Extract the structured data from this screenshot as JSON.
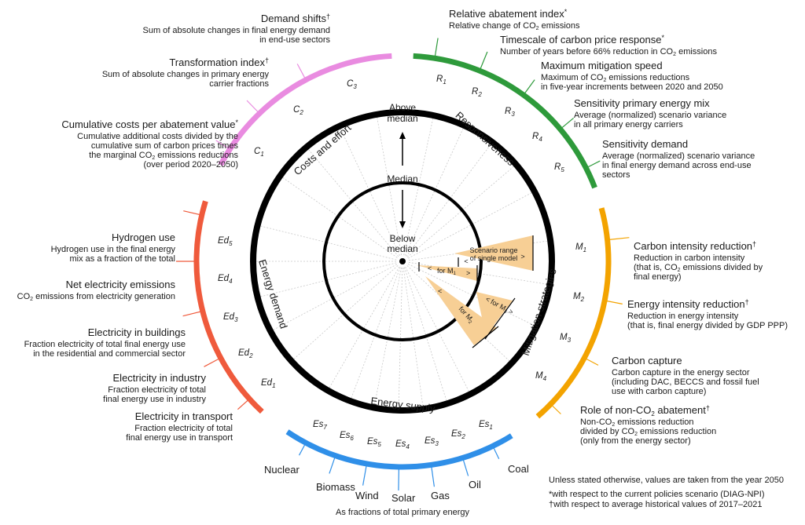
{
  "colors": {
    "costs": "#e98be0",
    "responsiveness": "#2e9a3b",
    "mitigation": "#f3a300",
    "supply": "#2f8fe8",
    "demand": "#ef5a3c",
    "band": "#f7cf95",
    "ring": "#000000",
    "grid": "#c8c8c8"
  },
  "sections": {
    "costs": "Costs and effort",
    "responsiveness": "Responsiveness",
    "mitigation": "Mitigation strategies",
    "supply": "Energy supply",
    "demand": "Energy demand"
  },
  "axis": {
    "above": [
      "Above",
      "median"
    ],
    "median": "Median",
    "below": [
      "Below",
      "median"
    ]
  },
  "bands": {
    "single_model": [
      "Scenario range",
      "of single model"
    ],
    "m1": "for M",
    "m2": "for M",
    "m3": "for M",
    "sub1": "1",
    "sub2": "2",
    "sub3": "3",
    "lt": "<",
    "gt": ">"
  },
  "codes": {
    "c1": "C",
    "c2": "C",
    "c3": "C",
    "r1": "R",
    "r2": "R",
    "r3": "R",
    "r4": "R",
    "r5": "R",
    "m1": "M",
    "m2": "M",
    "m3": "M",
    "m4": "M",
    "es1": "Es",
    "es2": "Es",
    "es3": "Es",
    "es4": "Es",
    "es5": "Es",
    "es6": "Es",
    "es7": "Es",
    "ed1": "Ed",
    "ed2": "Ed",
    "ed3": "Ed",
    "ed4": "Ed",
    "ed5": "Ed",
    "n1": "1",
    "n2": "2",
    "n3": "3",
    "n4": "4",
    "n5": "5",
    "n6": "6",
    "n7": "7"
  },
  "labels": {
    "demand_shifts": {
      "title": "Demand shifts",
      "mark": "†",
      "lines": [
        "Sum of absolute changes in final energy demand",
        "in end-use sectors"
      ]
    },
    "transformation": {
      "title": "Transformation index",
      "mark": "†",
      "lines": [
        "Sum of absolute changes in primary energy",
        "carrier fractions"
      ]
    },
    "cumulative_costs": {
      "title": "Cumulative costs per abatement value",
      "mark": "*",
      "lines": [
        "Cumulative additional costs divided by the",
        "cumulative sum of carbon prices times",
        "the marginal CO",
        "2",
        " emissions reductions",
        "(over period 2020–2050)"
      ]
    },
    "relative_abatement": {
      "title": "Relative abatement index",
      "mark": "*",
      "line1": "Relative change of CO",
      "line1_sub": "2",
      "line1_end": " emissions"
    },
    "timescale": {
      "title": "Timescale of carbon price response",
      "mark": "*",
      "line1": "Number of years before 66% reduction in CO",
      "line1_sub": "2",
      "line1_end": " emissions"
    },
    "max_speed": {
      "title": "Maximum mitigation speed",
      "line1": "Maximum of CO",
      "line1_sub": "2",
      "line1_end": " emissions reductions",
      "line2": "in five-year increments between 2020 and 2050"
    },
    "sens_primary": {
      "title": "Sensitivity primary energy mix",
      "lines": [
        "Average (normalized) scenario variance",
        "in all primary energy carriers"
      ]
    },
    "sens_demand": {
      "title": "Sensitivity demand",
      "lines": [
        "Average (normalized) scenario variance",
        "in final energy demand across end-use",
        "sectors"
      ]
    },
    "carbon_intensity": {
      "title": "Carbon intensity reduction",
      "mark": "†",
      "line1": "Reduction in carbon intensity",
      "line2": "(that is, CO",
      "line2_sub": "2",
      "line2_end": " emissions divided by",
      "line3": "final energy)"
    },
    "energy_intensity": {
      "title": "Energy intensity reduction",
      "mark": "†",
      "lines": [
        "Reduction in energy intensity",
        "(that is, final energy divided by GDP PPP)"
      ]
    },
    "carbon_capture": {
      "title": "Carbon capture",
      "lines": [
        "Carbon capture in the energy sector",
        "(including DAC, BECCS and fossil fuel",
        "use with carbon capture)"
      ]
    },
    "nonco2": {
      "title": "Role of non-CO",
      "title_sub": "2",
      "title_end": " abatement",
      "mark": "†",
      "line1": "Non-CO",
      "line1_sub": "2",
      "line1_end": " emissions reduction",
      "line2": "divided by CO",
      "line2_sub": "2",
      "line2_end": " emissions reduction",
      "line3": "(only from the energy sector)"
    },
    "hydrogen": {
      "title": "Hydrogen use",
      "lines": [
        "Hydrogen use in the final energy",
        "mix as a fraction of the total"
      ]
    },
    "net_elec": {
      "title": "Net electricity emissions",
      "line1": "CO",
      "line1_sub": "2",
      "line1_end": " emissions from electricity generation"
    },
    "elec_buildings": {
      "title": "Electricity in buildings",
      "lines": [
        "Fraction electricity of total final energy use",
        "in the residential and commercial sector"
      ]
    },
    "elec_industry": {
      "title": "Electricity in industry",
      "lines": [
        "Fraction electricity of total",
        "final energy use in industry"
      ]
    },
    "elec_transport": {
      "title": "Electricity in transport",
      "lines": [
        "Fraction electricity of total",
        "final energy use in transport"
      ]
    }
  },
  "supply": {
    "carriers": [
      "Coal",
      "Oil",
      "Gas",
      "Solar",
      "Wind",
      "Biomass",
      "Nuclear"
    ],
    "caption": "As fractions of total primary energy"
  },
  "notes": {
    "line1": "Unless stated otherwise, values are taken from the year 2050",
    "line2": "*with respect to the current policies scenario (DIAG-NPI)",
    "line3": "†with respect to average historical values of 2017–2021"
  }
}
